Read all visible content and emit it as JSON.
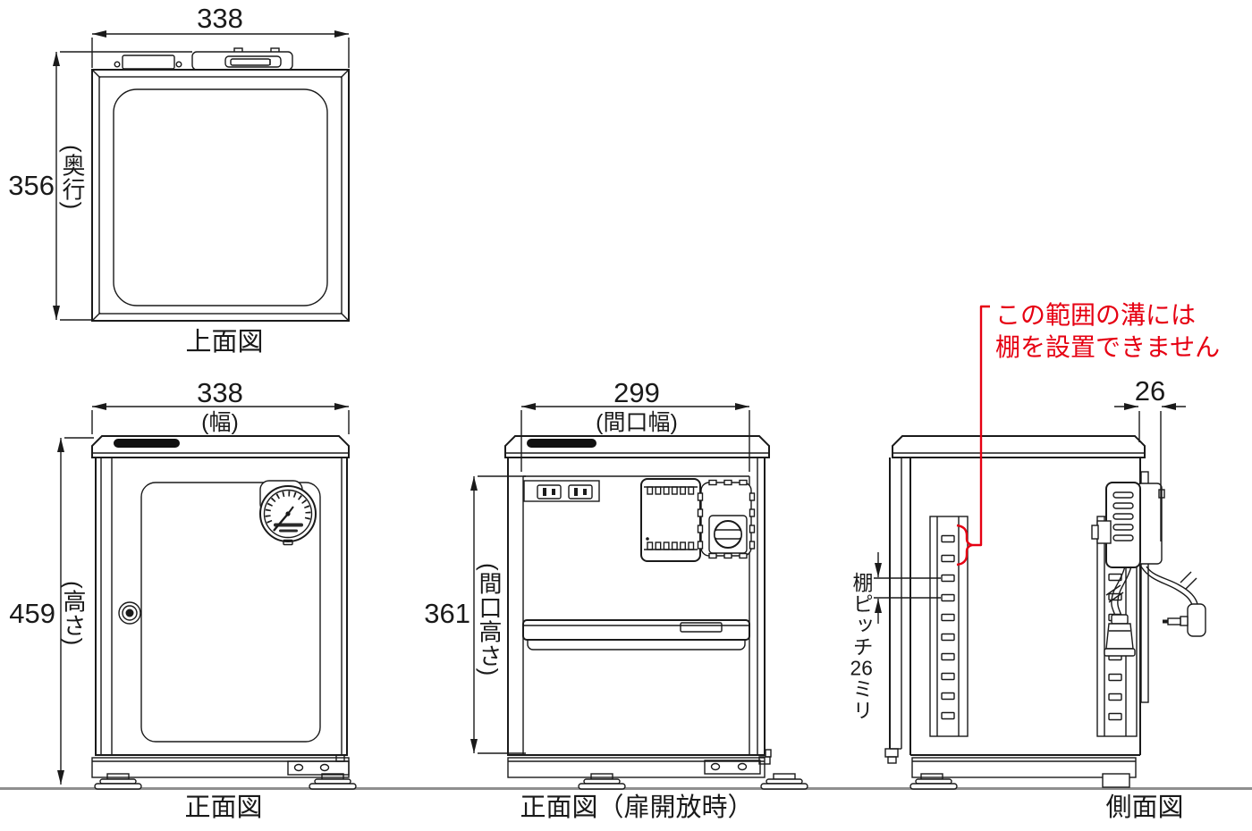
{
  "colors": {
    "line": "#1a1a1a",
    "warning_red": "#e60012",
    "ground": "#8f8f8f",
    "logo": "#111111"
  },
  "views": {
    "top": {
      "label": "上面図",
      "width_dim": {
        "value": "338"
      },
      "depth_dim": {
        "value": "356",
        "unit_label": "(奥行)"
      }
    },
    "front": {
      "label": "正面図",
      "width_dim": {
        "value": "338",
        "unit_label": "(幅)"
      },
      "height_dim": {
        "value": "459",
        "unit_label": "(高さ)"
      }
    },
    "front_open": {
      "label": "正面図（扉開放時）",
      "width_dim": {
        "value": "299",
        "unit_label": "(間口幅)"
      },
      "height_dim": {
        "value": "361",
        "unit_label": "(間口高さ)"
      }
    },
    "side": {
      "label": "側面図",
      "protrusion_dim": {
        "value": "26"
      },
      "warning": [
        "この範囲の溝には",
        "棚を設置できません"
      ],
      "shelf_pitch": {
        "prefix": "棚ピッチ",
        "number": "26",
        "suffix": "ミリ"
      }
    }
  }
}
